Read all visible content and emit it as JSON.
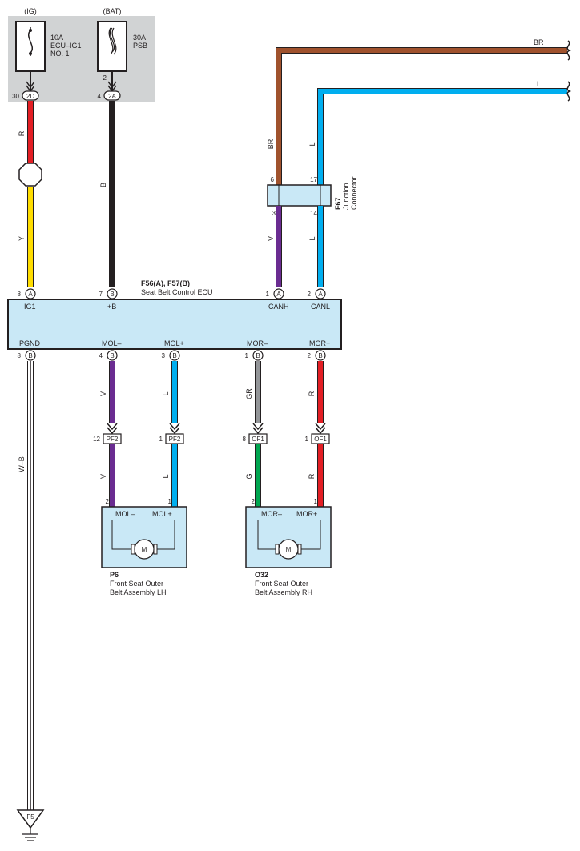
{
  "power_sources": {
    "ig": {
      "label": "(IG)",
      "fuse_rating": "10A",
      "fuse_name_1": "ECU–IG1",
      "fuse_name_2": "NO. 1",
      "pin_left": "30",
      "connector": "2D"
    },
    "bat": {
      "label": "(BAT)",
      "fuse_rating": "30A",
      "fuse_name": "PSB",
      "pin_top": "2",
      "pin_left": "4",
      "connector": "2A"
    }
  },
  "ecu": {
    "name": "F56(A), F57(B)",
    "description": "Seat Belt Control ECU",
    "top_pins": [
      {
        "num": "8",
        "conn": "A",
        "label": "IG1"
      },
      {
        "num": "7",
        "conn": "B",
        "label": "+B"
      },
      {
        "num": "1",
        "conn": "A",
        "label": "CANH"
      },
      {
        "num": "2",
        "conn": "A",
        "label": "CANL"
      }
    ],
    "bottom_pins": [
      {
        "num": "8",
        "conn": "B",
        "label": "PGND"
      },
      {
        "num": "4",
        "conn": "B",
        "label": "MOL–"
      },
      {
        "num": "3",
        "conn": "B",
        "label": "MOL+"
      },
      {
        "num": "1",
        "conn": "B",
        "label": "MOR–"
      },
      {
        "num": "2",
        "conn": "B",
        "label": "MOR+"
      }
    ]
  },
  "junction": {
    "name": "F67",
    "description_1": "Junction",
    "description_2": "Connector",
    "pins": {
      "br_in": "6",
      "l_in": "17",
      "v_out": "3",
      "l_out": "14"
    }
  },
  "wires": {
    "ig_upper": "R",
    "ig_lower": "Y",
    "bat": "B",
    "br_top": "BR",
    "l_top": "L",
    "br_vert": "BR",
    "l_vert": "L",
    "canh": "V",
    "canl": "L",
    "mol_minus_upper": "V",
    "mol_plus_upper": "L",
    "mor_minus_upper": "GR",
    "mor_plus_upper": "R",
    "mol_minus_lower": "V",
    "mol_plus_lower": "L",
    "mor_minus_lower": "G",
    "mor_plus_lower": "R",
    "ground": "W–B"
  },
  "inline_connectors": [
    {
      "pin": "12",
      "name": "PF2"
    },
    {
      "pin": "1",
      "name": "PF2"
    },
    {
      "pin": "8",
      "name": "OF1"
    },
    {
      "pin": "1",
      "name": "OF1"
    }
  ],
  "motors": [
    {
      "id": "P6",
      "line1": "Front Seat Outer",
      "line2": "Belt Assembly LH",
      "term_minus": "MOL–",
      "term_plus": "MOL+",
      "pin_minus": "2",
      "pin_plus": "1",
      "symbol": "M"
    },
    {
      "id": "O32",
      "line1": "Front Seat Outer",
      "line2": "Belt Assembly RH",
      "term_minus": "MOR–",
      "term_plus": "MOR+",
      "pin_minus": "2",
      "pin_plus": "1",
      "symbol": "M"
    }
  ],
  "ground": {
    "label": "F5"
  },
  "colors": {
    "red": "#e31e24",
    "yellow": "#ffdd00",
    "black": "#231f20",
    "brown": "#a0522d",
    "blue": "#00aeef",
    "violet": "#6a2c91",
    "gray": "#939598",
    "green": "#00a650",
    "ecu_fill": "#c9e8f6",
    "fuse_panel": "#d1d3d4"
  }
}
